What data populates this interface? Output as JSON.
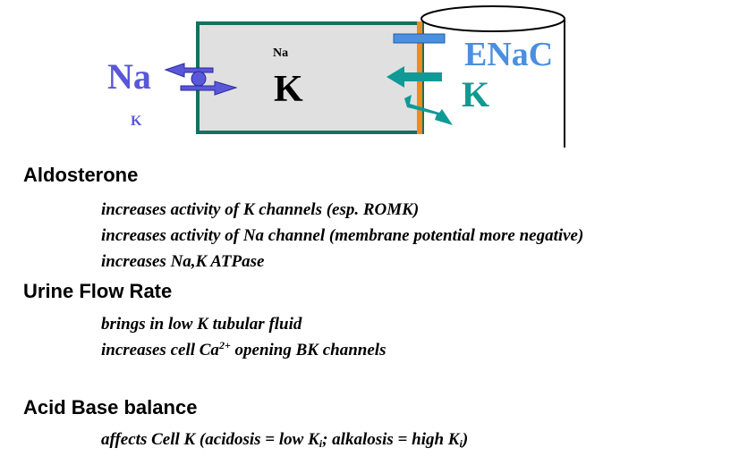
{
  "diagram": {
    "cell_na": "Na",
    "cell_k": "K",
    "left_na": "Na",
    "left_k": "K",
    "right_enac": "ENaC",
    "right_k": "K",
    "colors": {
      "cell_fill": "#e0e0e0",
      "cell_border": "#16705e",
      "membrane": "#f28a1e",
      "channel": "#4a8fe0",
      "pump_arrow": "#5a57d8",
      "teal_arrow": "#0f9a96",
      "enac_text": "#4a8fe0",
      "k_text": "#109a90",
      "left_label": "#5a57d8"
    }
  },
  "aldosterone": {
    "title": "Aldosterone",
    "items": [
      "increases activity of K channels (esp. ROMK)",
      "increases activity of Na channel (membrane potential more negative)",
      "increases Na,K ATPase"
    ]
  },
  "urine": {
    "title": "Urine Flow Rate",
    "item1": "brings in low K tubular fluid",
    "item2_a": "increases cell Ca",
    "item2_sup": "2+",
    "item2_b": " opening BK channels"
  },
  "acid": {
    "title": "Acid Base balance",
    "a": "affects Cell K (acidosis = low K",
    "sub1": "i",
    "b": "; alkalosis = high K",
    "sub2": "i",
    "c": ")"
  }
}
